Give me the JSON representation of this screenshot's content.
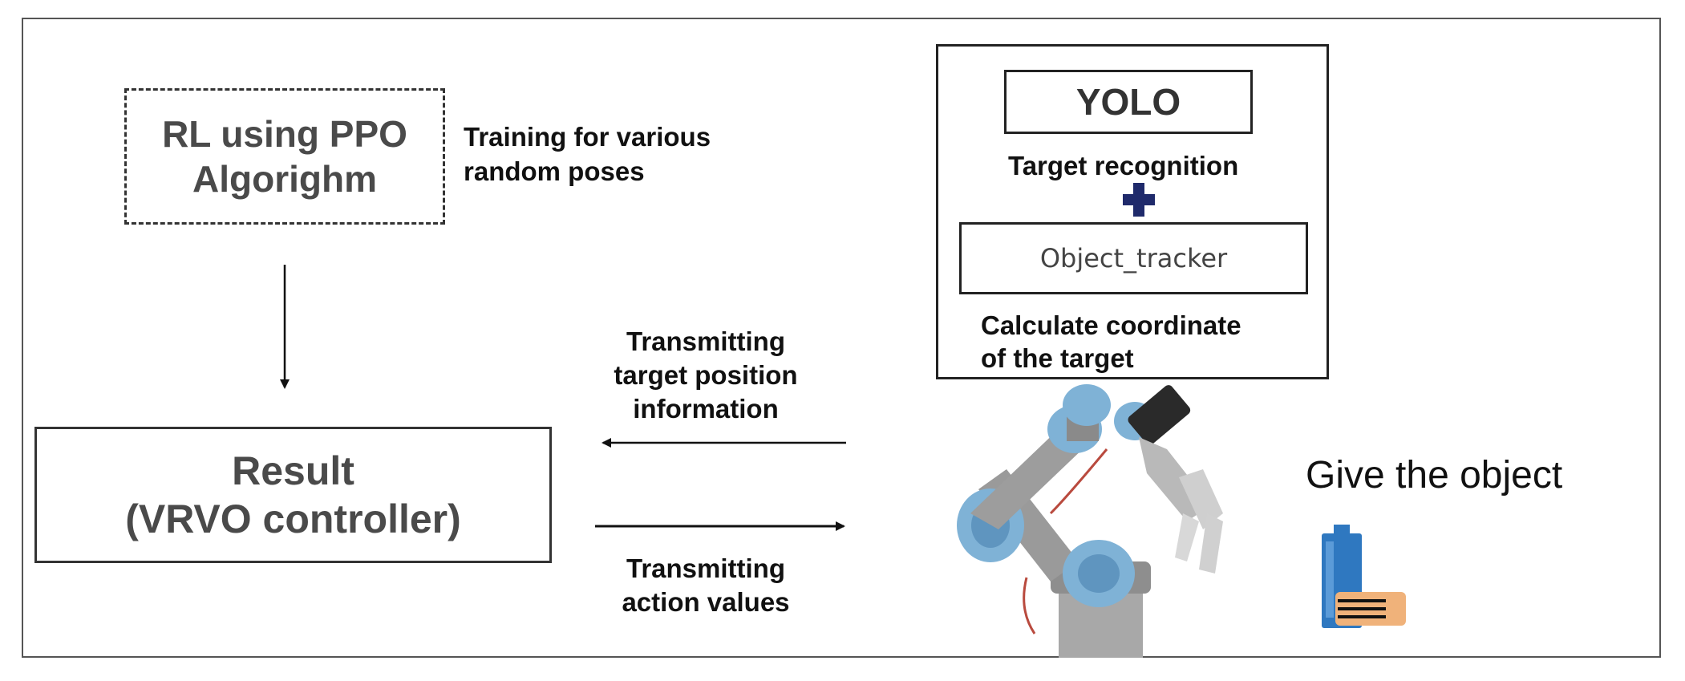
{
  "rl_box": {
    "text": "RL using PPO\nAlgorighm"
  },
  "training_note": {
    "text": "Training for various\nrandom poses"
  },
  "result_box": {
    "text": "Result\n(VRVO controller)"
  },
  "vision_module": {
    "yolo_label": "YOLO",
    "recognition_label": "Target recognition",
    "tracker_label": "Object_tracker",
    "coordinate_label": "Calculate coordinate\nof the target"
  },
  "arrow_labels": {
    "position_info": "Transmitting\ntarget position\ninformation",
    "action_values": "Transmitting\naction values"
  },
  "give_label": "Give the object",
  "colors": {
    "plus": "#1f2a6b",
    "robot_joint": "#7fb2d6",
    "robot_link": "#9a9a9a",
    "bottle": "#2f78c0",
    "hand": "#f0b27a"
  },
  "icons": [
    "robot-arm-icon",
    "bottle-icon",
    "hand-icon",
    "plus-icon"
  ]
}
